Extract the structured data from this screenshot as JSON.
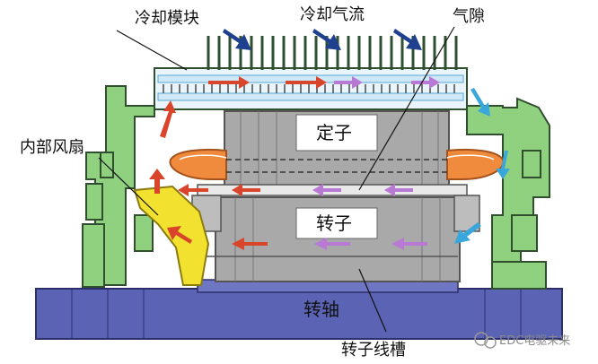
{
  "labels": {
    "cooling_module": "冷却模块",
    "cooling_airflow": "冷却气流",
    "air_gap": "气隙",
    "internal_fan": "内部风扇",
    "stator": "定子",
    "rotor": "转子",
    "shaft": "转轴",
    "rotor_slot": "转子线槽"
  },
  "watermark": {
    "text": "EDC电驱未来",
    "icon": "wechat-icon"
  },
  "colors": {
    "housing_green": "#8fd17f",
    "housing_outline": "#2f4f2f",
    "core_gray": "#a9a9a9",
    "shaft_blue": "#5b63b5",
    "fan_yellow": "#f2e12e",
    "winding_orange": "#f08a3c",
    "arrow_red": "#d9452b",
    "arrow_purple": "#b879d4",
    "arrow_navy": "#1f3f8f",
    "arrow_cyan": "#3aa7dc",
    "cooler_blue": "#cfe8f7"
  }
}
